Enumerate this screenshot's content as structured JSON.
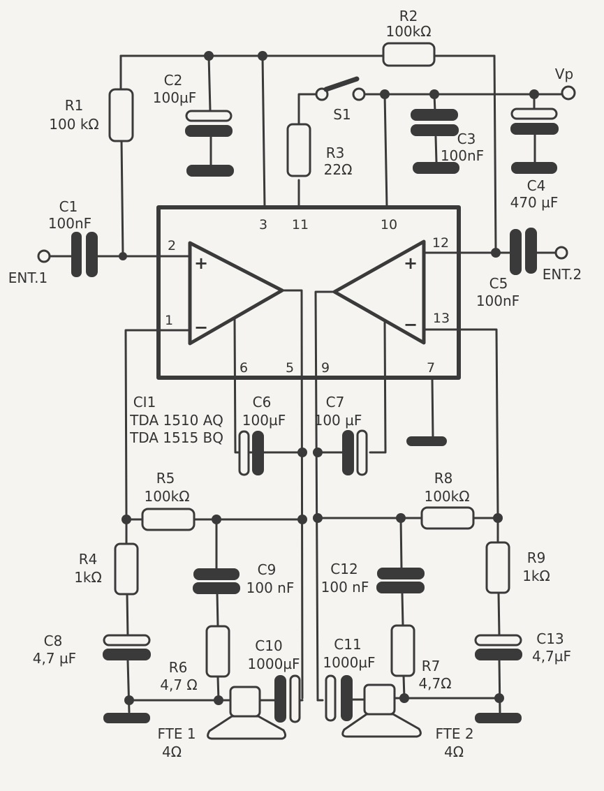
{
  "diagram": {
    "type": "circuit-schematic",
    "ic": {
      "ref": "CI1",
      "part_a": "TDA1510AQ",
      "part_b": "TDA1515BQ",
      "ref_label": "CI1",
      "part_a_label": "TDA 1510 AQ",
      "part_b_label": "TDA 1515 BQ"
    },
    "pins": {
      "p1": "1",
      "p2": "2",
      "p3": "3",
      "p5": "5",
      "p6": "6",
      "p7": "7",
      "p9": "9",
      "p10": "10",
      "p11": "11",
      "p12": "12",
      "p13": "13"
    },
    "amp_signs": {
      "plus": "+",
      "minus": "−"
    },
    "supply": {
      "label": "Vp"
    },
    "inputs": {
      "in1": "ENT.1",
      "in2": "ENT.2"
    },
    "switch": {
      "ref": "S1"
    },
    "components": {
      "R1": {
        "ref": "R1",
        "value": "100kΩ",
        "value_label": "100 kΩ"
      },
      "R2": {
        "ref": "R2",
        "value": "100kΩ",
        "value_label": "100kΩ"
      },
      "R3": {
        "ref": "R3",
        "value": "22Ω",
        "value_label": "22Ω"
      },
      "R4": {
        "ref": "R4",
        "value": "1kΩ",
        "value_label": "1kΩ"
      },
      "R5": {
        "ref": "R5",
        "value": "100kΩ",
        "value_label": "100kΩ"
      },
      "R6": {
        "ref": "R6",
        "value": "4,7Ω",
        "value_label": "4,7 Ω"
      },
      "R7": {
        "ref": "R7",
        "value": "4,7Ω",
        "value_label": "4,7Ω"
      },
      "R8": {
        "ref": "R8",
        "value": "100kΩ",
        "value_label": "100kΩ"
      },
      "R9": {
        "ref": "R9",
        "value": "1kΩ",
        "value_label": "1kΩ"
      },
      "C1": {
        "ref": "C1",
        "value": "100nF",
        "value_label": "100nF"
      },
      "C2": {
        "ref": "C2",
        "value": "100µF",
        "value_label": "100µF"
      },
      "C3": {
        "ref": "C3",
        "value": "100nF",
        "value_label": "100nF"
      },
      "C4": {
        "ref": "C4",
        "value": "470µF",
        "value_label": "470 µF"
      },
      "C5": {
        "ref": "C5",
        "value": "100nF",
        "value_label": "100nF"
      },
      "C6": {
        "ref": "C6",
        "value": "100µF",
        "value_label": "100µF"
      },
      "C7": {
        "ref": "C7",
        "value": "100µF",
        "value_label": "100 µF"
      },
      "C8": {
        "ref": "C8",
        "value": "4,7µF",
        "value_label": "4,7 µF"
      },
      "C9": {
        "ref": "C9",
        "value": "100nF",
        "value_label": "100 nF"
      },
      "C10": {
        "ref": "C10",
        "value": "1000µF",
        "value_label": "1000µF"
      },
      "C11": {
        "ref": "C11",
        "value": "1000µF",
        "value_label": "1000µF"
      },
      "C12": {
        "ref": "C12",
        "value": "100nF",
        "value_label": "100 nF"
      },
      "C13": {
        "ref": "C13",
        "value": "4,7µF",
        "value_label": "4,7µF"
      }
    },
    "speakers": {
      "FTE1": {
        "ref": "FTE 1",
        "value": "4Ω"
      },
      "FTE2": {
        "ref": "FTE 2",
        "value": "4Ω"
      }
    }
  }
}
